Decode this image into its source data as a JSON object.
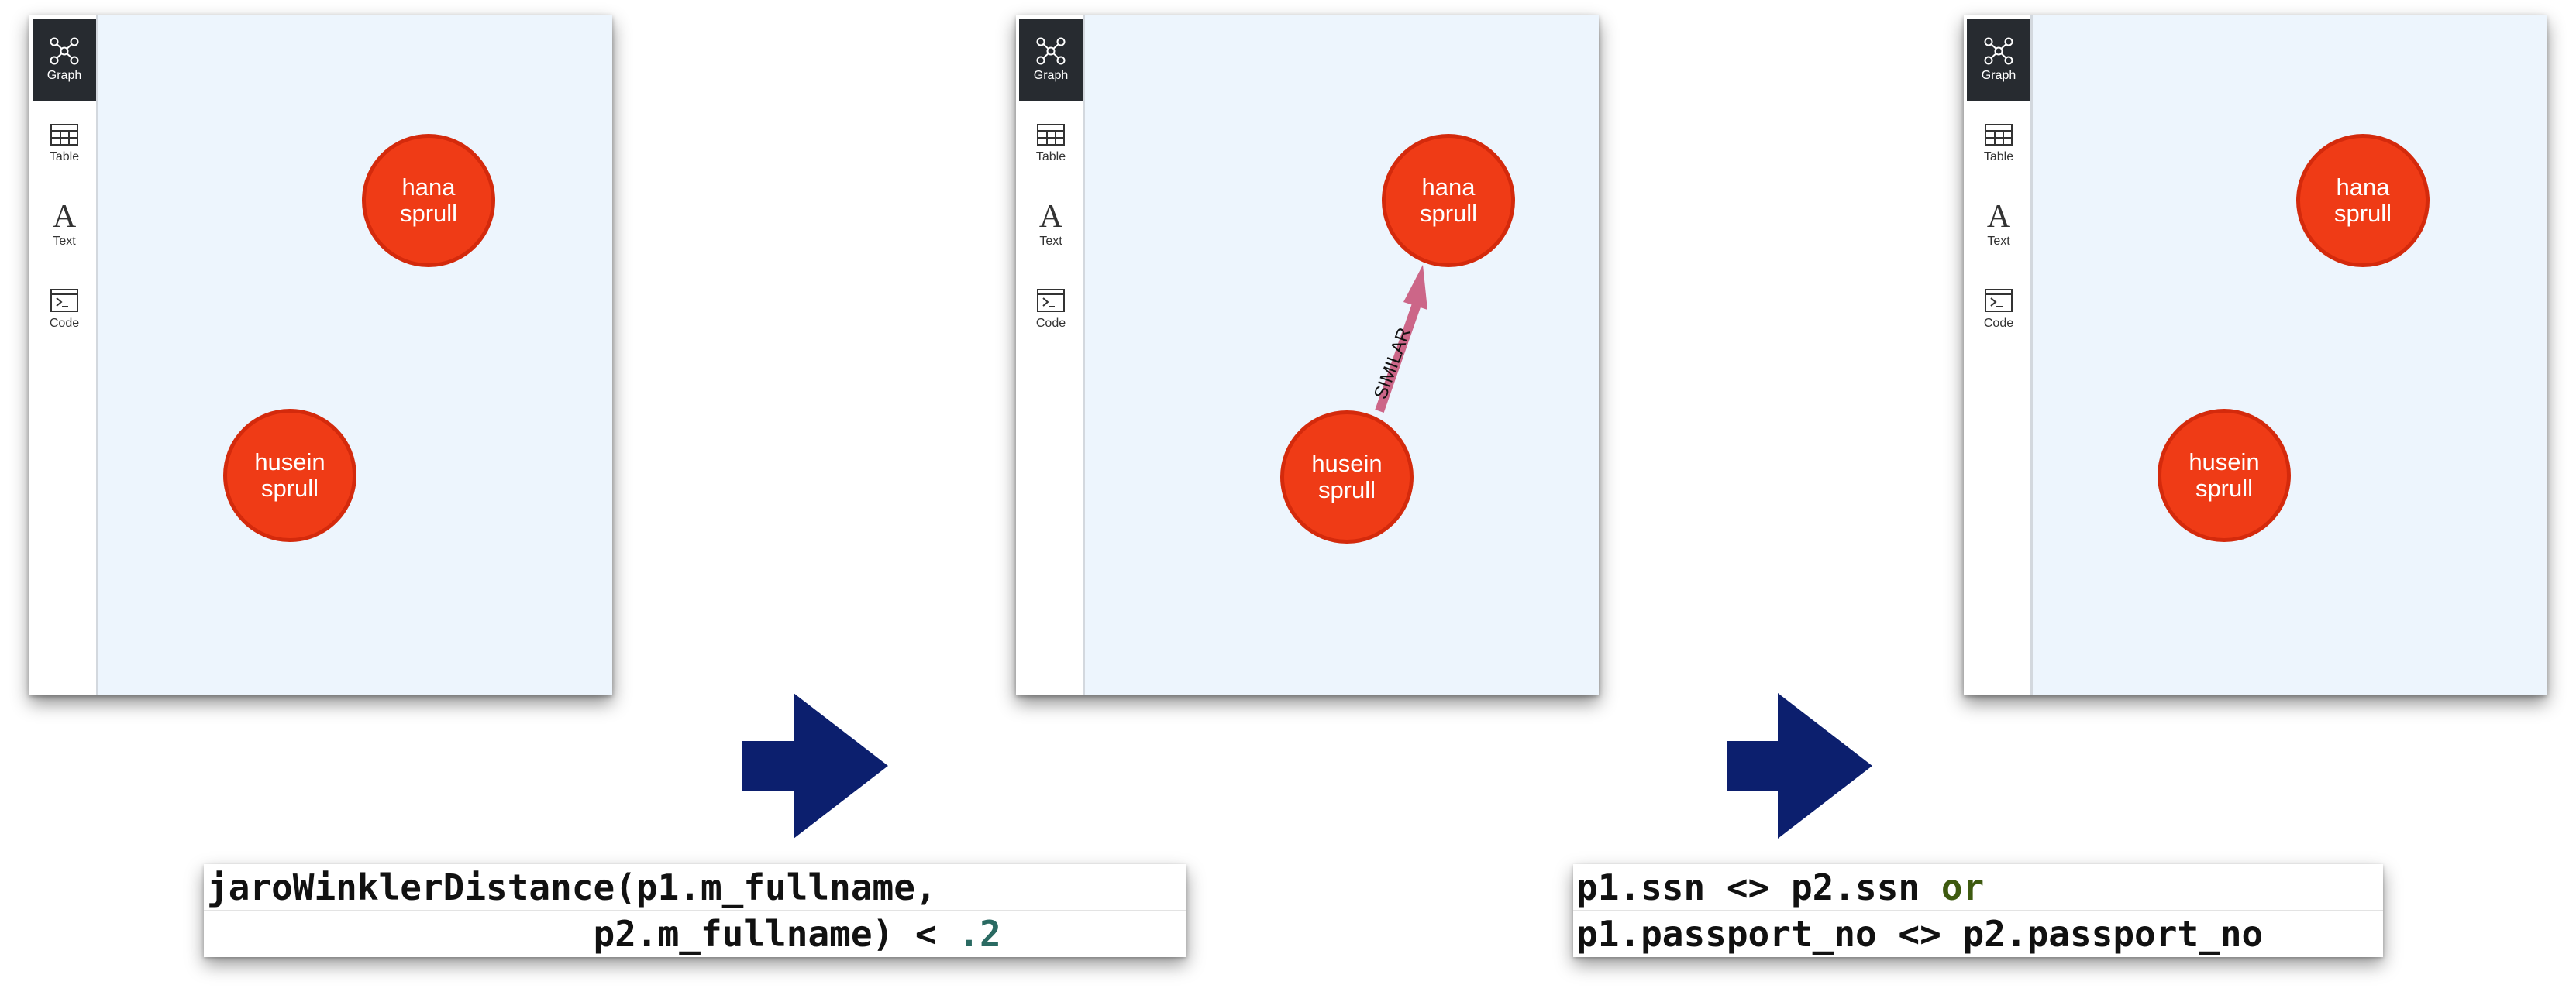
{
  "sidebar": {
    "graph_label": "Graph",
    "table_label": "Table",
    "text_label": "Text",
    "text_glyph": "A",
    "code_label": "Code"
  },
  "panels": [
    {
      "nodes": [
        {
          "line1": "hana",
          "line2": "sprull"
        },
        {
          "line1": "husein",
          "line2": "sprull"
        }
      ]
    },
    {
      "nodes": [
        {
          "line1": "hana",
          "line2": "sprull"
        },
        {
          "line1": "husein",
          "line2": "sprull"
        }
      ],
      "relationship_label": "SIMILAR",
      "relationship_color": "#cc6688"
    },
    {
      "nodes": [
        {
          "line1": "hana",
          "line2": "sprull"
        },
        {
          "line1": "husein",
          "line2": "sprull"
        }
      ]
    }
  ],
  "node_color": "#ef3b16",
  "arrow_color": "#0c1f6e",
  "code_snippets": {
    "jaro": {
      "line1": "jaroWinklerDistance(p1.m_fullname,",
      "line2_prefix": "                  p2.m_fullname) < ",
      "line2_number": ".2"
    },
    "ids": {
      "line1_prefix": "p1.ssn <> p2.ssn ",
      "line1_keyword": "or",
      "line2": "p1.passport_no <> p2.passport_no"
    }
  }
}
